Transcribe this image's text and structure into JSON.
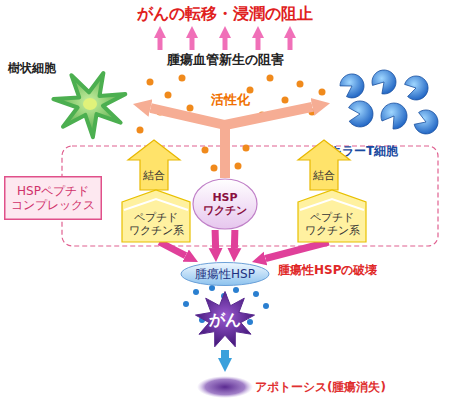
{
  "diagram": {
    "title": "がんの転移・浸潤の阻止",
    "nodes": [
      {
        "text": [
          "樹状細胞"
        ]
      },
      {
        "text": [
          "キラーT細胞"
        ]
      },
      {
        "text": [
          "結合"
        ]
      },
      {
        "text": [
          "結合"
        ]
      },
      {
        "text": [
          "HSPペプチド コンプレックス"
        ]
      },
      {
        "text": [
          "ペプチド ワクチン系"
        ]
      },
      {
        "text": [
          "HSP ワクチン"
        ]
      },
      {
        "text": [
          "ペプチド ワクチン系"
        ]
      },
      {
        "text": [
          "腫瘍性HSP"
        ]
      },
      {
        "text": [
          "がん"
        ]
      },
      {
        "text": [
          "アポトーシス(腫瘍消失)"
        ]
      }
    ],
    "edges": [
      {
        "from": 6,
        "to": 0,
        "arrow": "to",
        "label": "活性化"
      },
      {
        "from": 6,
        "to": 1,
        "arrow": "to"
      },
      {
        "from": 5,
        "to": 8,
        "arrow": "to"
      },
      {
        "from": 6,
        "to": 8,
        "arrow": "to"
      },
      {
        "from": 6,
        "to": 8,
        "arrow": "to"
      },
      {
        "from": 7,
        "to": 8,
        "arrow": "to"
      },
      {
        "from": 9,
        "to": 10,
        "arrow": "to"
      }
    ],
    "labels": [
      "腫瘍血管新生の阻害",
      "腫瘍性HSPの破壊"
    ]
  }
}
